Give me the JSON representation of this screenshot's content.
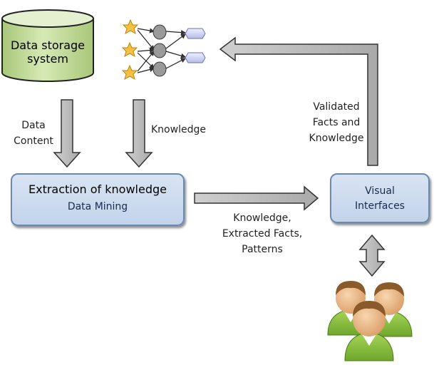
{
  "storage": {
    "line1": "Data storage",
    "line2": "system"
  },
  "labels": {
    "data_content": "Data\nContent",
    "knowledge": "Knowledge",
    "validated": "Validated\nFacts and\nKnowledge",
    "extracted": "Knowledge,\nExtracted Facts,\nPatterns"
  },
  "extraction": {
    "title": "Extraction of knowledge",
    "subtitle": "Data Mining"
  },
  "visual": {
    "line1": "Visual",
    "line2": "Interfaces"
  },
  "colors": {
    "cylinder": "#c6dca0",
    "box": "#c8d8ee",
    "arrow": "#bdbdbd",
    "person": "#8bc43f",
    "face": "#e8b582",
    "hair": "#8a5a2b"
  }
}
